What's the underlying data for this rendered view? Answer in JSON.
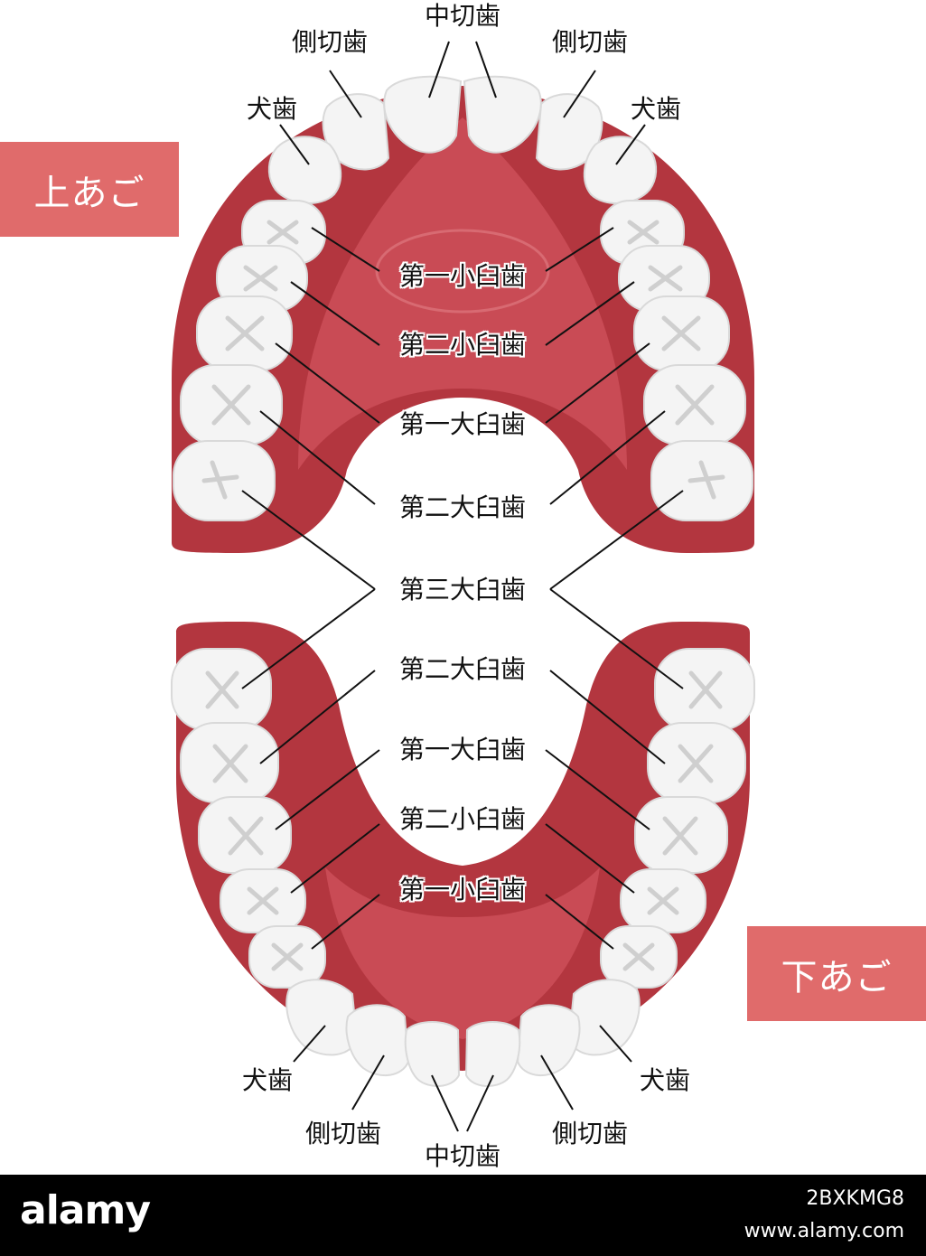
{
  "jaws": {
    "upper": "上あご",
    "lower": "下あご"
  },
  "colors": {
    "gum": "#b3363f",
    "gum_light": "#cc4e58",
    "palate": "#c94b55",
    "tooth": "#f4f4f4",
    "badge": "#e06b6b"
  },
  "labels": {
    "central_incisor": "中切歯",
    "lateral_incisor": "側切歯",
    "canine": "犬歯",
    "first_premolar": "第一小臼歯",
    "second_premolar": "第二小臼歯",
    "first_molar": "第一大臼歯",
    "second_molar": "第二大臼歯",
    "third_molar": "第三大臼歯"
  },
  "footer": {
    "brand": "alamy",
    "image_id": "2BXKMG8",
    "site": "www.alamy.com"
  }
}
